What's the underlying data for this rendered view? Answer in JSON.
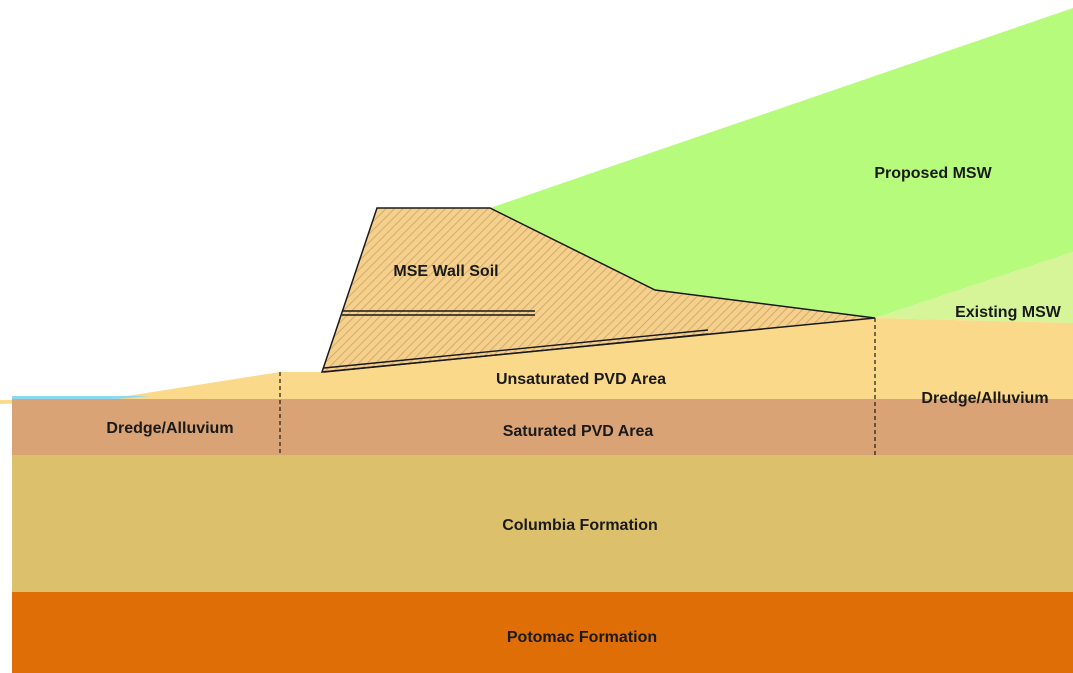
{
  "labels": {
    "proposed_msw": "Proposed MSW",
    "mse_wall_soil": "MSE Wall Soil",
    "existing_msw": "Existing MSW",
    "unsaturated_pvd": "Unsaturated PVD Area",
    "dredge_alluvium_right": "Dredge/Alluvium",
    "dredge_alluvium_left": "Dredge/Alluvium",
    "saturated_pvd": "Saturated PVD Area",
    "columbia_formation": "Columbia Formation",
    "potomac_formation": "Potomac Formation"
  },
  "colors": {
    "proposed_msw": "#b6fb7c",
    "existing_msw": "#d6f598",
    "upper_sand": "#fbd98a",
    "dredge_alluvium": "#daa376",
    "columbia_formation": "#dcc06c",
    "potomac_formation": "#e06e06",
    "water": "#8ed9ef",
    "mse_fill": "#f5d08c",
    "hatch": "#c9a25e",
    "outline": "#1a1a1a"
  }
}
